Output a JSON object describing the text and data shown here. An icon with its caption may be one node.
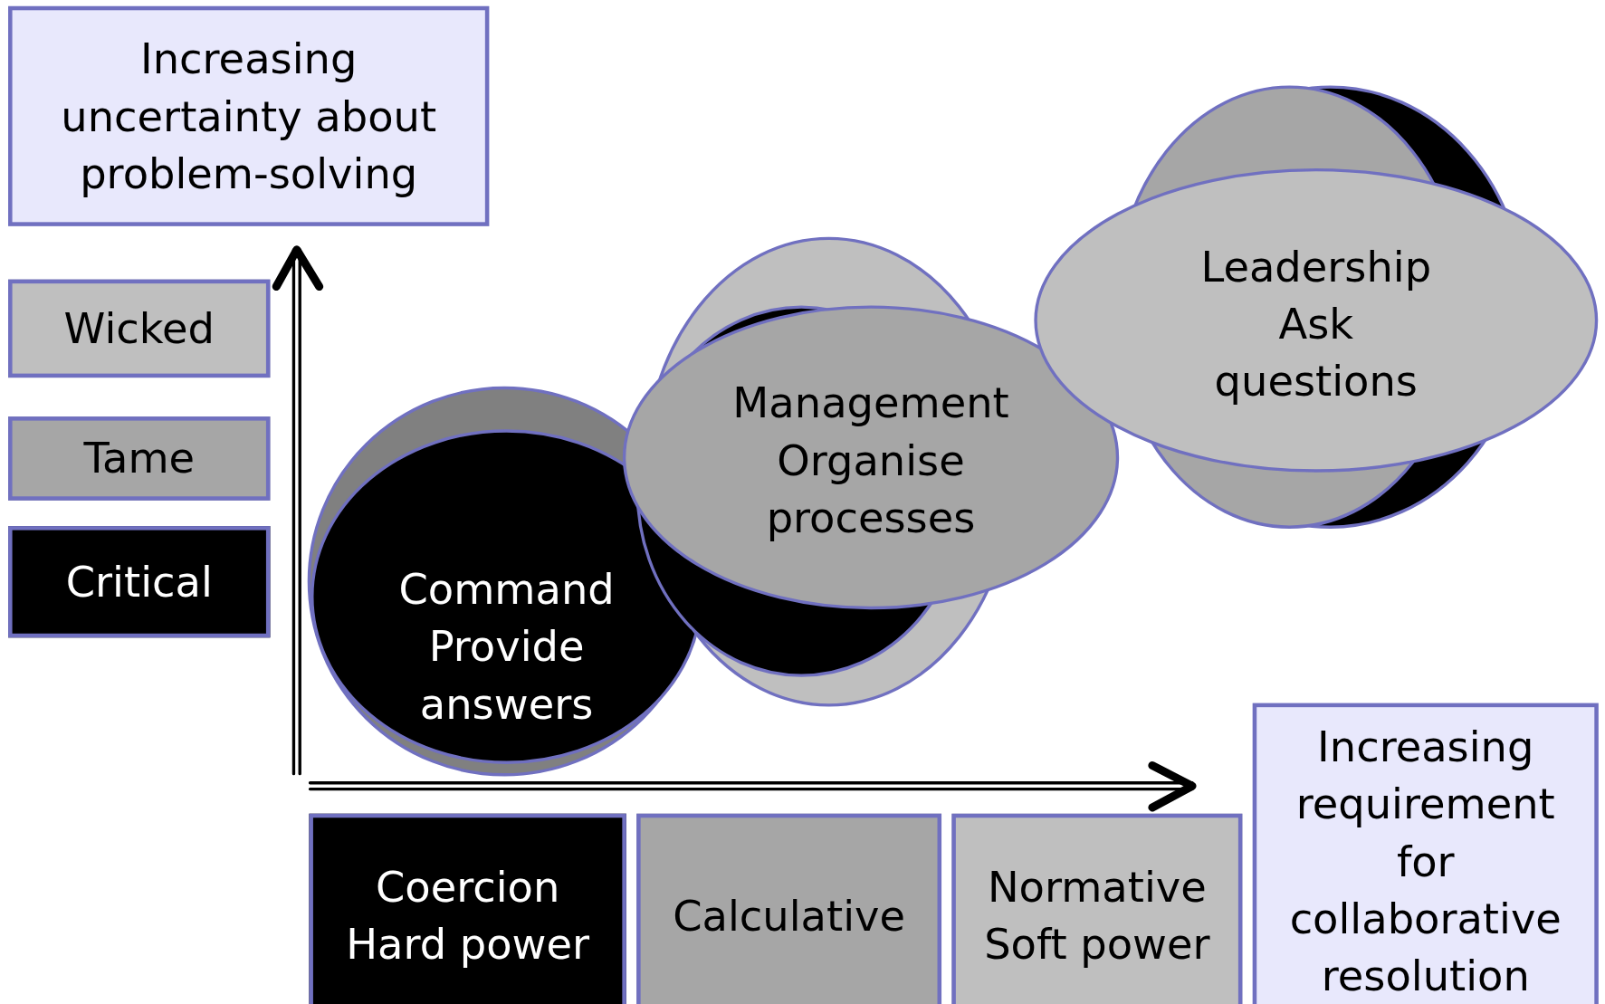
{
  "diagram": {
    "nodes": [
      {
        "text": [
          "Increasing uncertainty about problem-solving"
        ]
      },
      {
        "text": [
          "Wicked"
        ]
      },
      {
        "text": [
          "Tame"
        ]
      },
      {
        "text": [
          "Critical"
        ]
      },
      {
        "text": [
          "Command",
          "Provide answers"
        ]
      },
      {
        "text": [
          "Management",
          "Organise processes"
        ]
      },
      {
        "text": [
          "Leadership",
          "Ask questions"
        ]
      },
      {
        "text": [
          "Coercion",
          "Hard power"
        ]
      },
      {
        "text": [
          "Calculative"
        ]
      },
      {
        "text": [
          "Normative",
          "Soft power"
        ]
      },
      {
        "text": [
          "Increasing requirement for collaborative resolution"
        ]
      }
    ],
    "edges": []
  }
}
